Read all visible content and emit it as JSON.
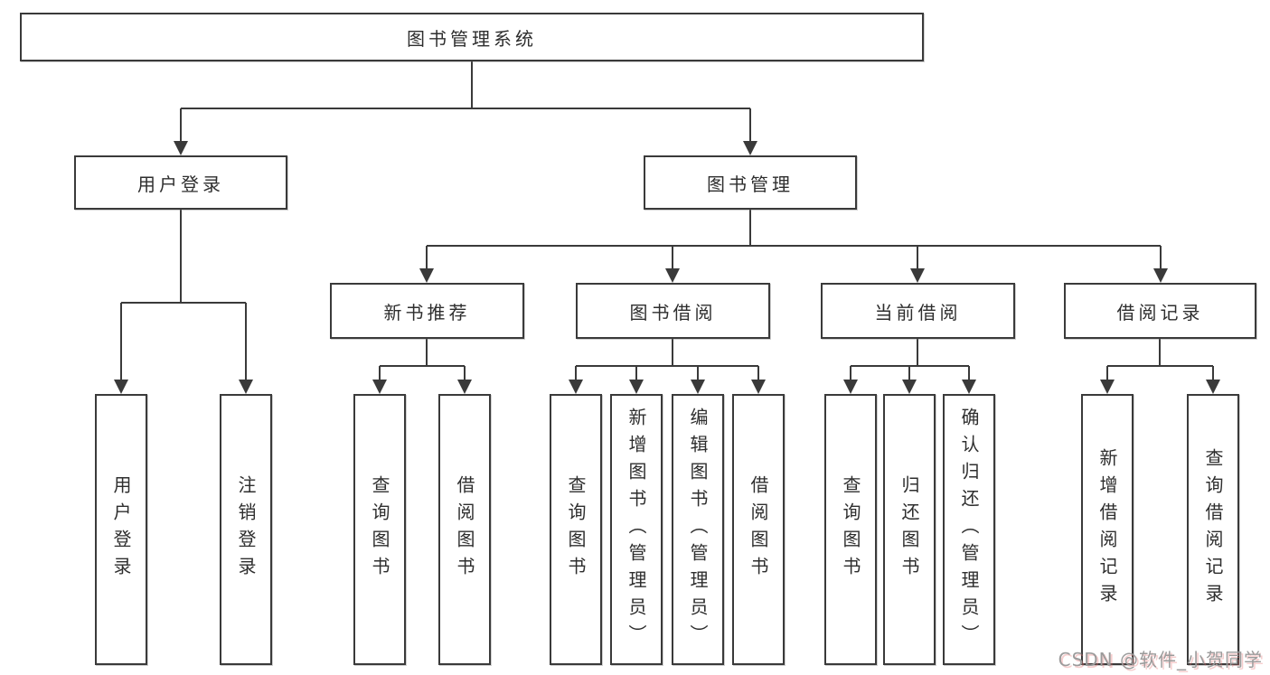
{
  "diagram": {
    "root": {
      "label": "图书管理系统"
    },
    "children": [
      {
        "label": "用户登录",
        "children": [
          {
            "label": "用户登录"
          },
          {
            "label": "注销登录"
          }
        ]
      },
      {
        "label": "图书管理",
        "children": [
          {
            "label": "新书推荐",
            "children": [
              {
                "label": "查询图书"
              },
              {
                "label": "借阅图书"
              }
            ]
          },
          {
            "label": "图书借阅",
            "children": [
              {
                "label": "查询图书"
              },
              {
                "label": "新增图书（管理员）"
              },
              {
                "label": "编辑图书（管理员）"
              },
              {
                "label": "借阅图书"
              }
            ]
          },
          {
            "label": "当前借阅",
            "children": [
              {
                "label": "查询图书"
              },
              {
                "label": "归还图书"
              },
              {
                "label": "确认归还（管理员）"
              }
            ]
          },
          {
            "label": "借阅记录",
            "children": [
              {
                "label": "新增借阅记录"
              },
              {
                "label": "查询借阅记录"
              }
            ]
          }
        ]
      }
    ]
  },
  "watermark": {
    "text": "CSDN @软件_小贺同学"
  },
  "colors": {
    "line": "#3a3a3a",
    "box_border": "#3a3a3a",
    "text": "#2e2e2e",
    "background": "#ffffff",
    "watermark": "#9b9b9b",
    "watermark_shadow": "#e57373"
  }
}
